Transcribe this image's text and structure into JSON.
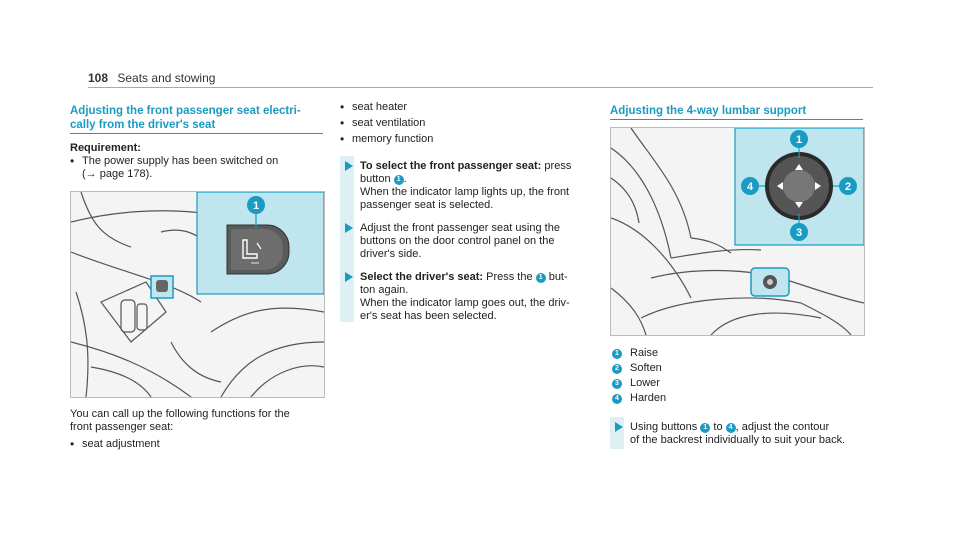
{
  "header": {
    "page_number": "108",
    "section": "Seats and stowing"
  },
  "left": {
    "heading_line1": "Adjusting the front passenger seat electri-",
    "heading_line2": "cally from the driver's seat",
    "requirement_label": "Requirement:",
    "requirement_text1": "The power supply has been switched on",
    "requirement_text2": "(→ page 178).",
    "callout_1": "1",
    "after1": "You can call up the following functions for the",
    "after2": "front passenger seat:",
    "bullet1": "seat adjustment"
  },
  "middle": {
    "bullets": [
      "seat heater",
      "seat ventilation",
      "memory function"
    ],
    "step1_bold": "To select the front passenger seat:",
    "step1_rest": " press",
    "step1_line2a": "button ",
    "step1_num": "1",
    "step1_line2b": ".",
    "step1_line3": "When the indicator lamp lights up, the front",
    "step1_line4": "passenger seat is selected.",
    "step2_line1": "Adjust the front passenger seat using the",
    "step2_line2": "buttons on the door control panel on the",
    "step2_line3": "driver's side.",
    "step3_bold": "Select the driver's seat:",
    "step3_rest_a": " Press the ",
    "step3_num": "1",
    "step3_rest_b": " but-",
    "step3_line2": "ton again.",
    "step3_line3": "When the indicator lamp goes out, the driv-",
    "step3_line4": "er's seat has been selected."
  },
  "right": {
    "heading": "Adjusting the 4-way lumbar support",
    "callouts": [
      "1",
      "2",
      "3",
      "4"
    ],
    "legend": [
      {
        "num": "1",
        "label": "Raise"
      },
      {
        "num": "2",
        "label": "Soften"
      },
      {
        "num": "3",
        "label": "Lower"
      },
      {
        "num": "4",
        "label": "Harden"
      }
    ],
    "step_a": "Using buttons ",
    "step_n1": "1",
    "step_to": " to ",
    "step_n4": "4",
    "step_b": ", adjust the contour",
    "step_line2": "of the backrest individually to suit your back."
  },
  "colors": {
    "accent": "#1a9bc1",
    "callout_panel": "#bfe6ef"
  }
}
